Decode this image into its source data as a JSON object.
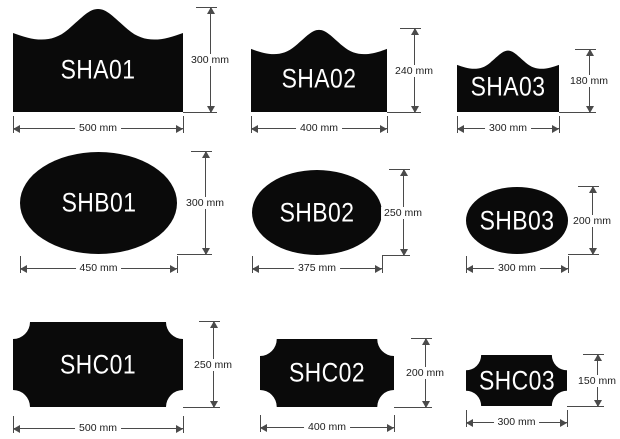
{
  "colors": {
    "background": "#ffffff",
    "shape_fill": "#0a0a0a",
    "shape_text": "#ffffff",
    "dimension_line": "#4a4a4a",
    "dimension_text": "#1c1c1c"
  },
  "shapes": [
    {
      "code": "SHA01",
      "geometry": "arched-top-plaque",
      "width_mm": 500,
      "height_mm": 300,
      "width_label": "500 mm",
      "height_label": "300 mm"
    },
    {
      "code": "SHA02",
      "geometry": "arched-top-plaque",
      "width_mm": 400,
      "height_mm": 240,
      "width_label": "400 mm",
      "height_label": "240 mm"
    },
    {
      "code": "SHA03",
      "geometry": "arched-top-plaque",
      "width_mm": 300,
      "height_mm": 180,
      "width_label": "300 mm",
      "height_label": "180 mm"
    },
    {
      "code": "SHB01",
      "geometry": "oval",
      "width_mm": 450,
      "height_mm": 300,
      "width_label": "450 mm",
      "height_label": "300 mm"
    },
    {
      "code": "SHB02",
      "geometry": "oval",
      "width_mm": 375,
      "height_mm": 250,
      "width_label": "375 mm",
      "height_label": "250 mm"
    },
    {
      "code": "SHB03",
      "geometry": "oval",
      "width_mm": 300,
      "height_mm": 200,
      "width_label": "300 mm",
      "height_label": "200 mm"
    },
    {
      "code": "SHC01",
      "geometry": "notched-corner-rectangle",
      "width_mm": 500,
      "height_mm": 250,
      "width_label": "500 mm",
      "height_label": "250 mm"
    },
    {
      "code": "SHC02",
      "geometry": "notched-corner-rectangle",
      "width_mm": 400,
      "height_mm": 200,
      "width_label": "400 mm",
      "height_label": "200 mm"
    },
    {
      "code": "SHC03",
      "geometry": "notched-corner-rectangle",
      "width_mm": 300,
      "height_mm": 150,
      "width_label": "300 mm",
      "height_label": "150 mm"
    }
  ]
}
